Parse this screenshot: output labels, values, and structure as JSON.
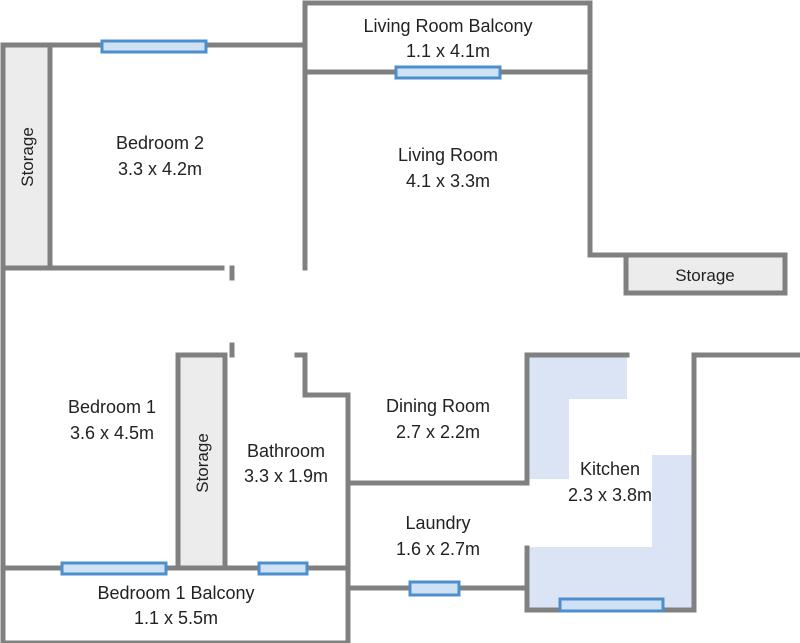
{
  "rooms": {
    "living_balcony": {
      "name": "Living Room Balcony",
      "size": "1.1 x 4.1m"
    },
    "bedroom2": {
      "name": "Bedroom 2",
      "size": "3.3 x 4.2m"
    },
    "living_room": {
      "name": "Living Room",
      "size": "4.1 x 3.3m"
    },
    "bedroom1": {
      "name": "Bedroom 1",
      "size": "3.6 x 4.5m"
    },
    "bathroom": {
      "name": "Bathroom",
      "size": "3.3 x 1.9m"
    },
    "dining_room": {
      "name": "Dining Room",
      "size": "2.7 x 2.2m"
    },
    "kitchen": {
      "name": "Kitchen",
      "size": "2.3 x 3.8m"
    },
    "laundry": {
      "name": "Laundry",
      "size": "1.6 x 2.7m"
    },
    "bedroom1_balcony": {
      "name": "Bedroom 1 Balcony",
      "size": "1.1 x 5.5m"
    }
  },
  "storage": {
    "left": "Storage",
    "right": "Storage",
    "center": "Storage"
  },
  "colors": {
    "wall": "#808080",
    "window_fill": "#cfe2f5",
    "window_stroke": "#4d8fcc",
    "counter": "#dbe4f5",
    "storage_fill": "#ececec"
  }
}
